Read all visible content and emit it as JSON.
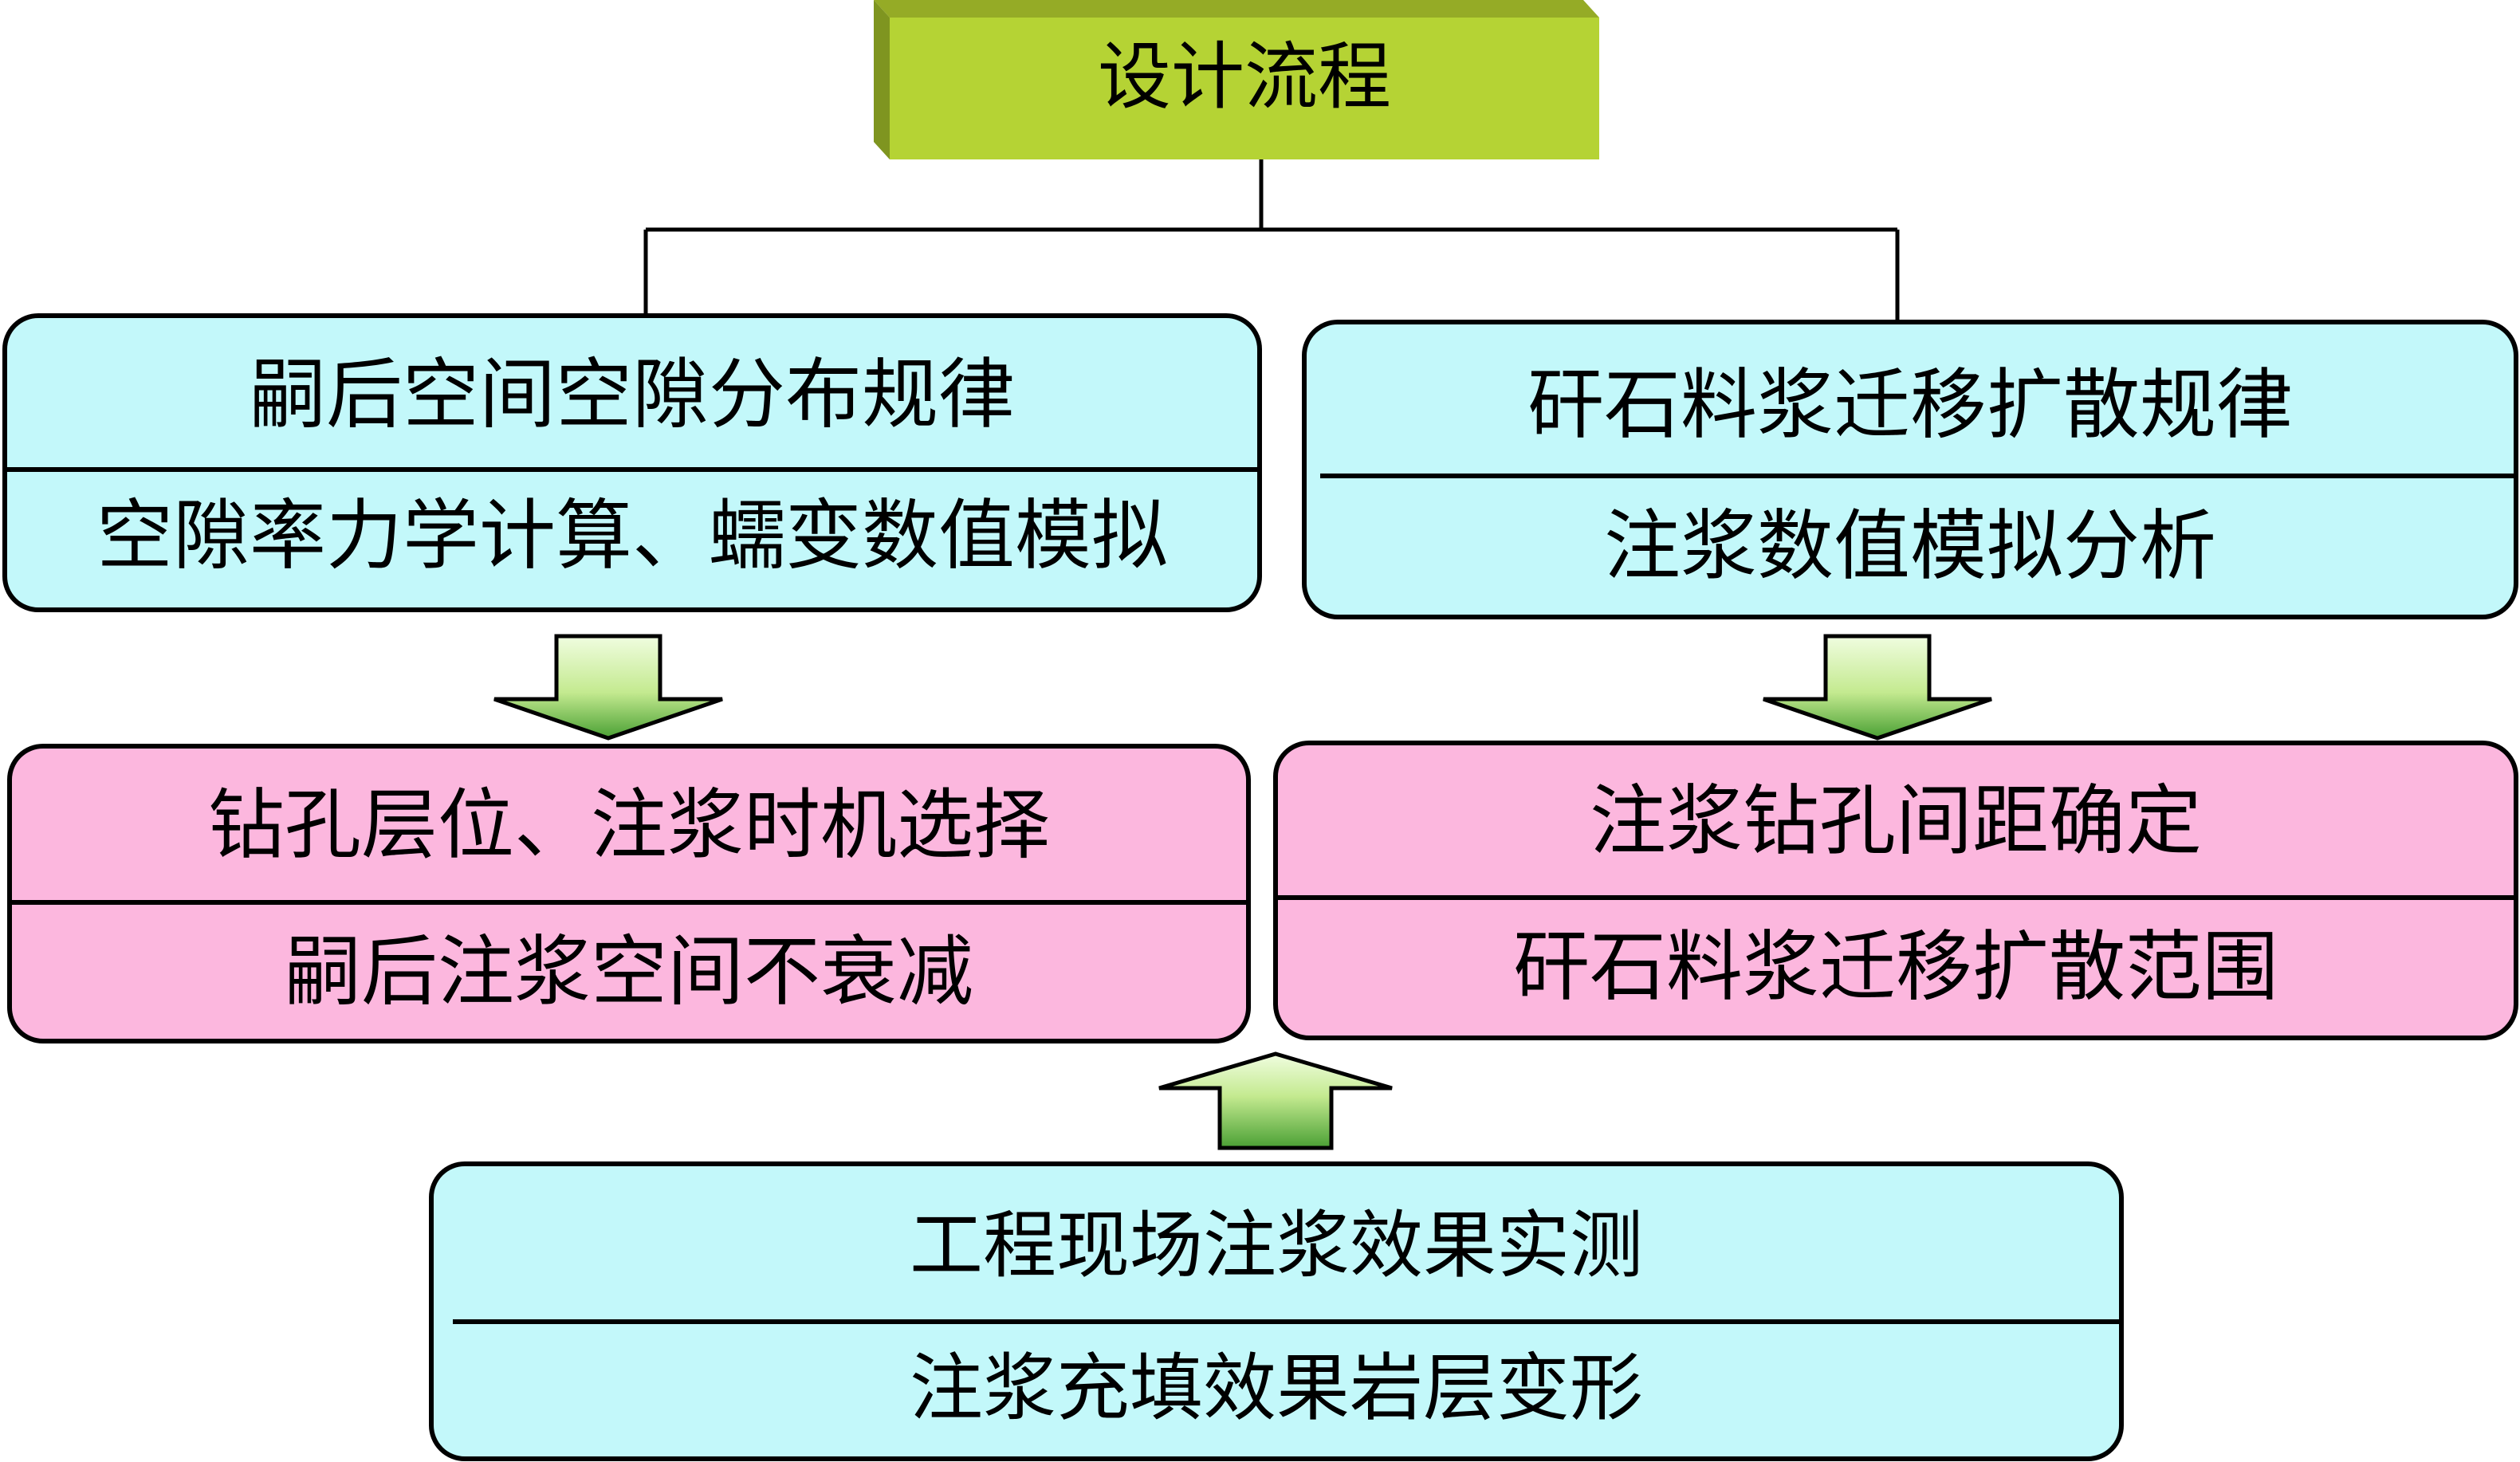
{
  "title": "设计流程",
  "boxes": {
    "top_left": {
      "heading": "嗣后空间空隙分布规律",
      "method": "空隙率力学计算、蠕变数值模拟"
    },
    "top_right": {
      "heading": "矸石料浆迁移扩散规律",
      "method": "注浆数值模拟分析"
    },
    "mid_left": {
      "heading": "钻孔层位、注浆时机选择",
      "method": "嗣后注浆空间不衰减"
    },
    "mid_right": {
      "heading": "注浆钻孔间距确定",
      "method": "矸石料浆迁移扩散范围"
    },
    "bottom": {
      "heading": "工程现场注浆效果实测",
      "method": "注浆充填效果岩层变形"
    }
  },
  "colors": {
    "title_fill": "#b5d334",
    "title_top": "#95ab26",
    "title_side": "#7f9520",
    "cyan_fill": "#c3f8fa",
    "pink_fill": "#fcb7de",
    "arrow_light": "#f0fde0",
    "arrow_dark": "#4aa034",
    "stroke": "#000000"
  }
}
